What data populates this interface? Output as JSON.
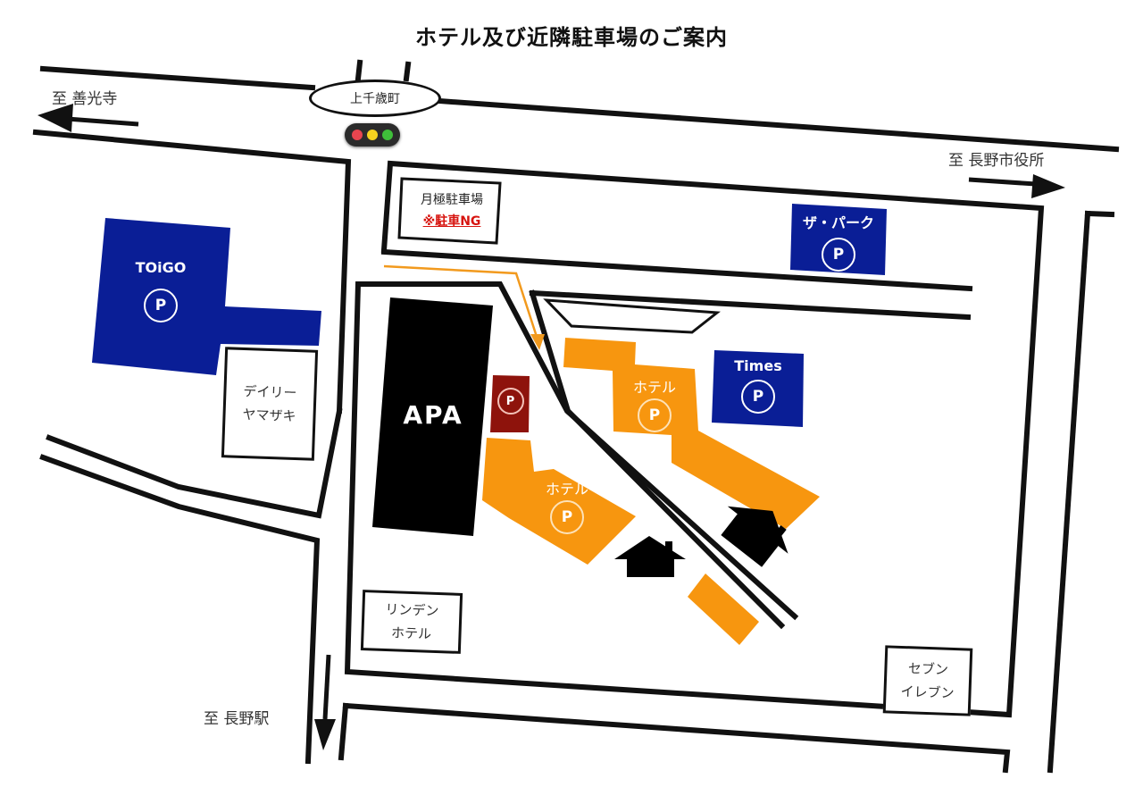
{
  "title": "ホテル及び近隣駐車場のご案内",
  "directions": {
    "west": "至 善光寺",
    "east": "至 長野市役所",
    "south": "至 長野駅"
  },
  "intersection": {
    "name": "上千歳町",
    "signal_colors": [
      "#e8454f",
      "#f4d21f",
      "#3fbf3a"
    ]
  },
  "landmarks": {
    "monthly_parking": {
      "name": "月極駐車場",
      "warning": "※駐車NG"
    },
    "daily_yamazaki": {
      "line1": "デイリー",
      "line2": "ヤマザキ"
    },
    "linden_hotel": {
      "line1": "リンデン",
      "line2": "ホテル"
    },
    "seven_eleven": {
      "line1": "セブン",
      "line2": "イレブン"
    }
  },
  "parking": {
    "toigo": {
      "name": "TOiGO",
      "symbol": "P",
      "color": "#0a1e96"
    },
    "the_park": {
      "name": "ザ・パーク",
      "symbol": "P",
      "color": "#0a1e96"
    },
    "times": {
      "name": "Times",
      "symbol": "P",
      "color": "#0a1e96"
    },
    "apa_parking": {
      "symbol": "P",
      "color": "#8e130c"
    },
    "hotel_lot_north": {
      "name": "ホテル",
      "symbol": "P",
      "color": "#f7960f"
    },
    "hotel_lot_south": {
      "name": "ホテル",
      "symbol": "P",
      "color": "#f7960f"
    }
  },
  "hotel": {
    "name": "APA",
    "color": "#000000"
  },
  "colors": {
    "road": "#111111",
    "route_arrow": "#f29a1e",
    "hotel_area": "#f7960f"
  }
}
